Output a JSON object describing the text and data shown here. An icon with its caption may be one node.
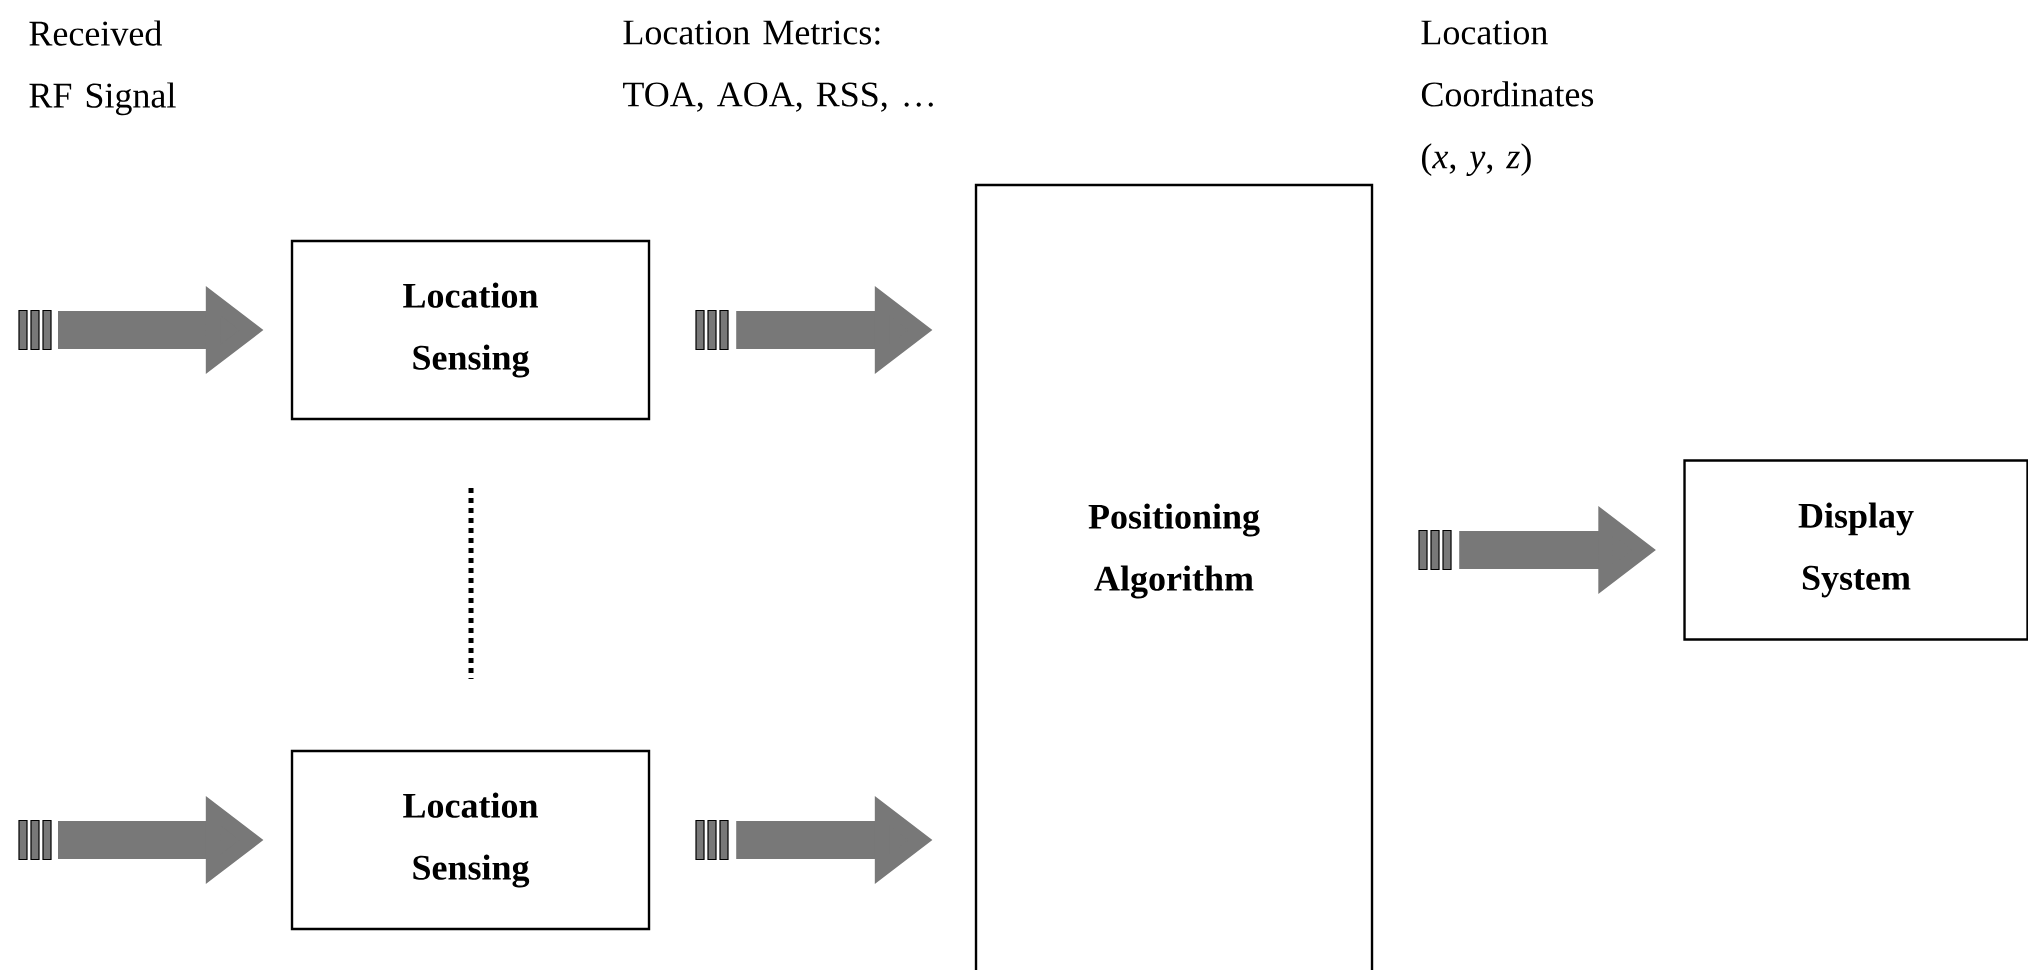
{
  "diagram": {
    "nodes": [
      {
        "text": [
          "Location Sensing"
        ]
      },
      {
        "text": [
          "Location Sensing"
        ]
      },
      {
        "text": [
          "Positioning Algorithm"
        ]
      },
      {
        "text": [
          "Display System"
        ]
      }
    ],
    "edges": [
      {
        "from": null,
        "to": 0,
        "arrow": "to"
      },
      {
        "from": null,
        "to": 1,
        "arrow": "to"
      },
      {
        "from": 0,
        "to": 2,
        "arrow": "to"
      },
      {
        "from": 1,
        "to": 2,
        "arrow": "to"
      },
      {
        "from": 2,
        "to": 3,
        "arrow": "to"
      }
    ],
    "labels": [
      "Received RF Signal",
      "Location Metrics: TOA, AOA, RSS, …",
      "Location Coordinates (*x*, *y*, *z*)"
    ]
  }
}
